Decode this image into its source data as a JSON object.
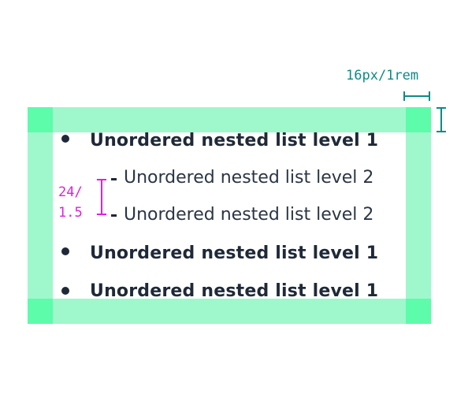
{
  "spec": {
    "spacing_label": "16px/1rem",
    "line_height_label_line1": "24/",
    "line_height_label_line2": "1.5",
    "padding_color": "#9ef8cc",
    "corner_color": "#5cfcab",
    "teal_annotation_color": "#0f8a84",
    "magenta_annotation_color": "#e11ee1"
  },
  "list": {
    "items": [
      {
        "level": 1,
        "text": "Unordered nested list level  1"
      },
      {
        "level": 2,
        "text": "Unordered nested list level 2"
      },
      {
        "level": 2,
        "text": "Unordered nested list level 2"
      },
      {
        "level": 1,
        "text": "Unordered nested list level 1"
      },
      {
        "level": 1,
        "text": "Unordered nested list level 1"
      }
    ]
  }
}
